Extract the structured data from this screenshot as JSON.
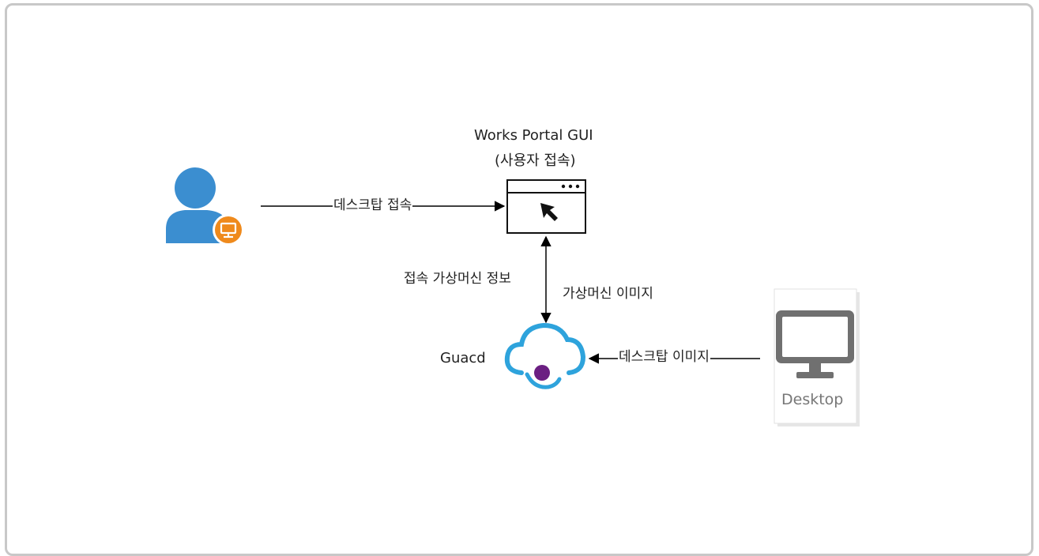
{
  "nodes": {
    "portal_title_line1": "Works Portal GUI",
    "portal_title_line2": "(사용자 접속)",
    "guacd_label": "Guacd",
    "desktop_label": "Desktop"
  },
  "edges": {
    "user_to_portal": "데스크탑 접속",
    "portal_guacd_left": "접속 가상머신 정보",
    "portal_guacd_right": "가상머신 이미지",
    "desktop_to_guacd": "데스크탑 이미지"
  },
  "icons": {
    "user": "user-with-monitor-icon",
    "portal": "browser-window-cursor-icon",
    "guacd": "cloud-icon",
    "desktop": "desktop-monitor-icon"
  },
  "colors": {
    "user_blue": "#3b8ed0",
    "badge_orange": "#ef8a1c",
    "cloud_blue": "#2ea3dc",
    "cloud_dot": "#6b1f82",
    "monitor_gray": "#707070"
  }
}
